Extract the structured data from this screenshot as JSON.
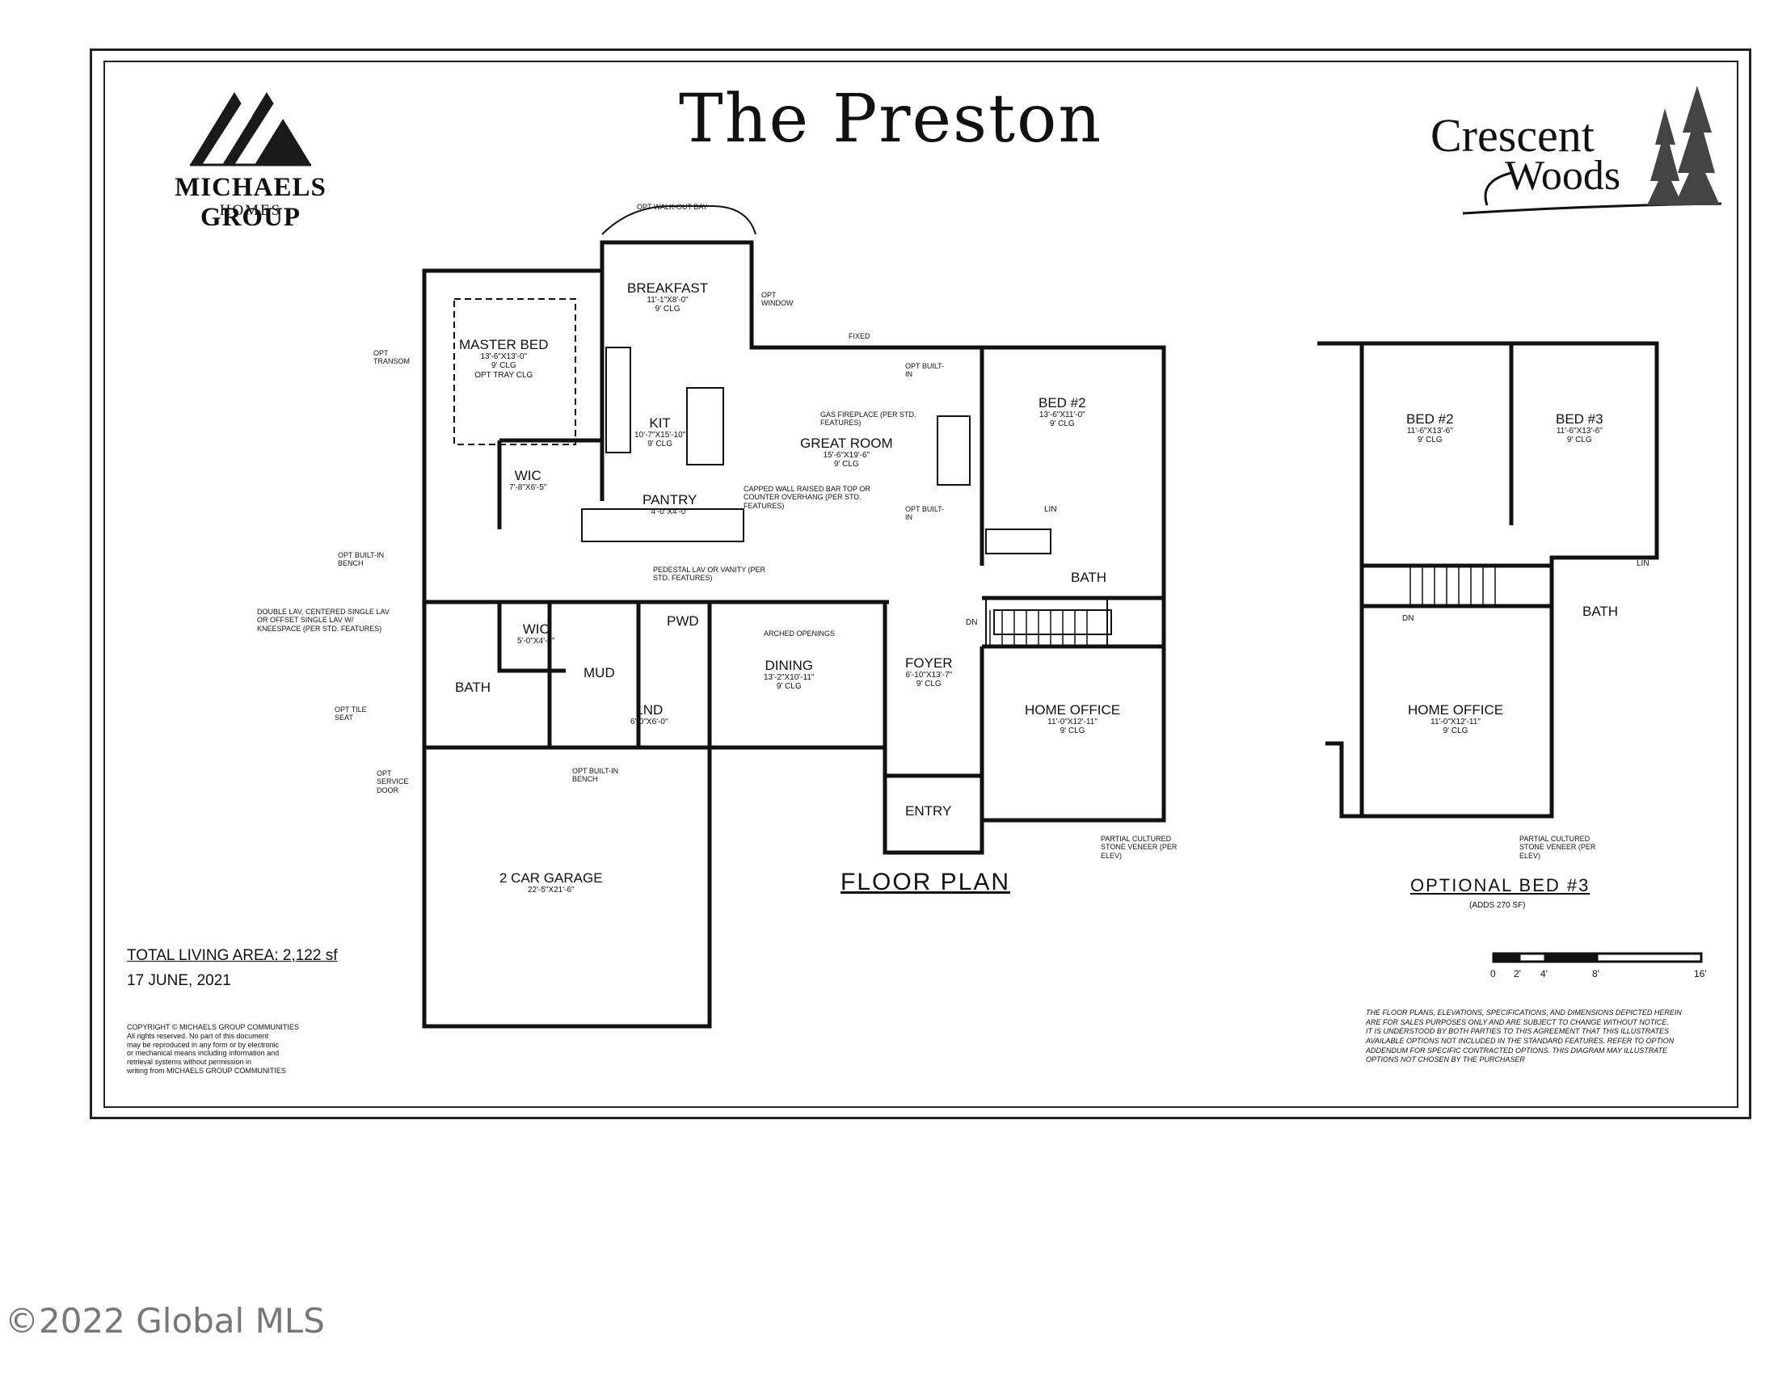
{
  "title": "The Preston",
  "brand_left": {
    "name": "MICHAELS GROUP",
    "sub": "HOMES"
  },
  "brand_right": {
    "word1": "Crescent",
    "word2": "Woods"
  },
  "main_plan": {
    "heading": "FLOOR PLAN",
    "rooms": {
      "master_bed": {
        "name": "MASTER BED",
        "dims": "13'-6\"x13'-0\"",
        "clg": "9' CLG",
        "extra": "OPT TRAY CLG"
      },
      "breakfast": {
        "name": "BREAKFAST",
        "dims": "11'-1\"x8'-0\"",
        "clg": "9' CLG"
      },
      "kit": {
        "name": "KIT",
        "dims": "10'-7\"x15'-10\"",
        "clg": "9' CLG"
      },
      "great_room": {
        "name": "GREAT ROOM",
        "dims": "15'-6\"x19'-6\"",
        "clg": "9' CLG"
      },
      "bed2": {
        "name": "BED #2",
        "dims": "13'-6\"x11'-0\"",
        "clg": "9' CLG"
      },
      "wic1": {
        "name": "WIC",
        "dims": "7'-8\"x6'-5\""
      },
      "pantry": {
        "name": "PANTRY",
        "dims": "4'-0\"x4'-0\""
      },
      "bath_upper": {
        "name": "BATH"
      },
      "wic2": {
        "name": "WIC",
        "dims": "5'-0\"x4'-6\""
      },
      "pwd": {
        "name": "PWD"
      },
      "mud": {
        "name": "MUD"
      },
      "lnd": {
        "name": "LND",
        "dims": "6'-0\"x6'-0\""
      },
      "dining": {
        "name": "DINING",
        "dims": "13'-2\"x10'-11\"",
        "clg": "9' CLG"
      },
      "foyer": {
        "name": "FOYER",
        "dims": "6'-10\"x13'-7\"",
        "clg": "9' CLG"
      },
      "bath_master": {
        "name": "BATH"
      },
      "home_office": {
        "name": "HOME OFFICE",
        "dims": "11'-0\"x12'-11\"",
        "clg": "9' CLG"
      },
      "entry": {
        "name": "ENTRY"
      },
      "garage": {
        "name": "2 CAR GARAGE",
        "dims": "22'-5\"x21'-6\""
      },
      "lin": "LIN",
      "dn": "DN"
    },
    "notes": {
      "opt_walkout_bay": "OPT WALK-OUT BAY",
      "opt_window": "OPT WINDOW",
      "fixed": "FIXED",
      "opt_transom": "OPT TRANSOM",
      "opt_builtin_1": "OPT BUILT-IN",
      "gas_fireplace": "GAS FIREPLACE (PER STD. FEATURES)",
      "capped_wall": "CAPPED WALL RAISED BAR TOP OR COUNTER OVERHANG (PER STD. FEATURES)",
      "opt_builtin_2": "OPT BUILT-IN",
      "opt_builtin_bench": "OPT BUILT-IN BENCH",
      "pedestal_lav": "PEDESTAL LAV OR VANITY (PER STD. FEATURES)",
      "double_lav": "DOUBLE LAV, CENTERED SINGLE LAV OR OFFSET SINGLE LAV W/ KNEESPACE (PER STD. FEATURES)",
      "arched_openings": "ARCHED OPENINGS",
      "opt_tile_seat": "OPT TILE SEAT",
      "opt_service_door": "OPT SERVICE DOOR",
      "opt_builtin_bench_2": "OPT BUILT-IN BENCH",
      "stone_veneer": "PARTIAL CULTURED STONE VENEER (PER ELEV)"
    }
  },
  "optional_plan": {
    "heading": "OPTIONAL BED #3",
    "sub": "(ADDS 270 SF)",
    "bed2": {
      "name": "BED #2",
      "dims": "11'-6\"x13'-6\"",
      "clg": "9' CLG"
    },
    "bed3": {
      "name": "BED #3",
      "dims": "11'-6\"x13'-6\"",
      "clg": "9' CLG"
    },
    "bath": {
      "name": "BATH"
    },
    "home_office": {
      "name": "HOME OFFICE",
      "dims": "11'-0\"x12'-11\"",
      "clg": "9' CLG"
    },
    "stone_veneer": "PARTIAL CULTURED STONE VENEER (PER ELEV)",
    "lin": "LIN",
    "dn": "DN"
  },
  "total_living_area": "TOTAL LIVING AREA: 2,122 sf",
  "date": "17 JUNE, 2021",
  "copyright_block": [
    "COPYRIGHT © MICHAELS GROUP COMMUNITIES",
    "All rights reserved.  No part of this document",
    "may be reproduced in any form or by electronic",
    "or mechanical means including information and",
    "retrieval systems without permission in",
    "writing from MICHAELS GROUP COMMUNITIES"
  ],
  "scale": {
    "labels": [
      "0",
      "2'",
      "4'",
      "8'",
      "16'"
    ]
  },
  "disclaimer": [
    "THE FLOOR PLANS, ELEVATIONS, SPECIFICATIONS, AND DIMENSIONS DEPICTED HEREIN",
    "ARE FOR SALES PURPOSES ONLY AND ARE SUBJECT TO CHANGE WITHOUT NOTICE.",
    "IT IS UNDERSTOOD BY BOTH PARTIES TO THIS AGREEMENT THAT THIS ILLUSTRATES",
    "AVAILABLE OPTIONS NOT INCLUDED IN THE STANDARD FEATURES.  REFER TO OPTION",
    "ADDENDUM FOR SPECIFIC CONTRACTED OPTIONS.  THIS DIAGRAM MAY ILLUSTRATE",
    "OPTIONS NOT CHOSEN BY THE PURCHASER"
  ],
  "watermark": "©2022 Global MLS"
}
